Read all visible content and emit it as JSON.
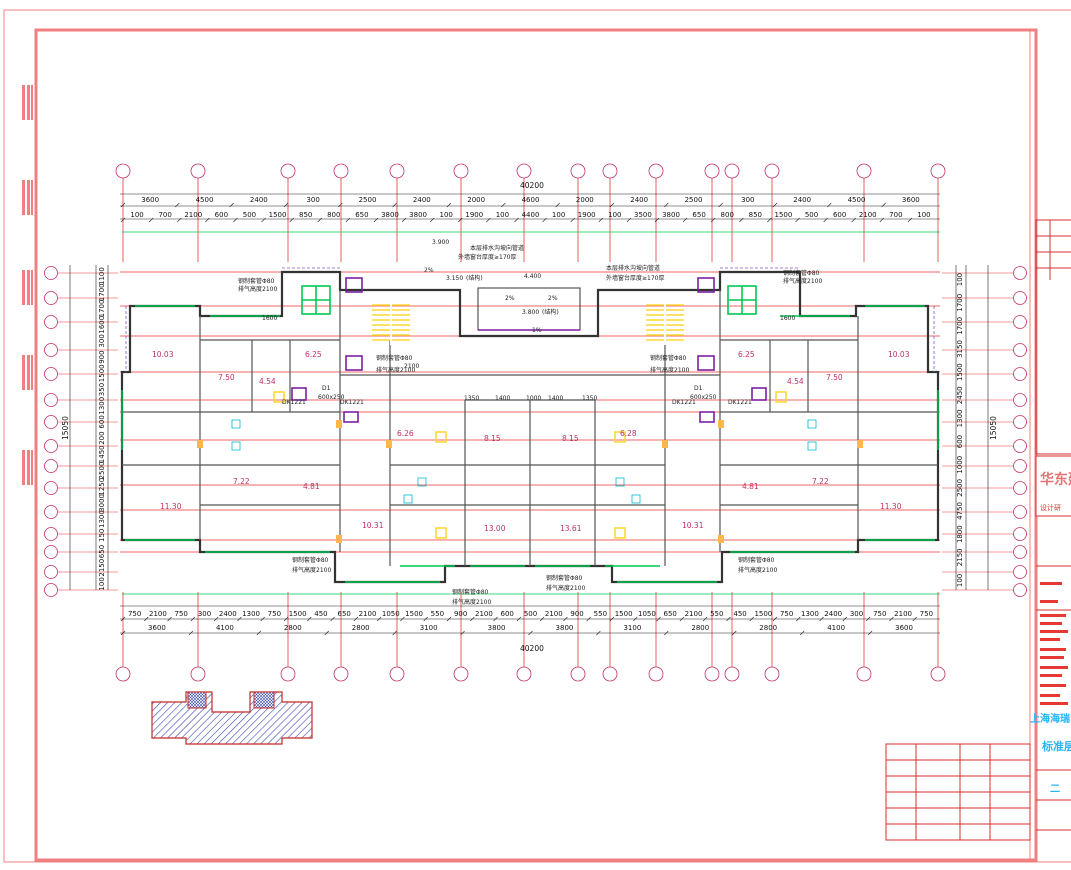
{
  "drawing": {
    "dimensions": {
      "overall_top": "40200",
      "overall_bottom": "40200",
      "top_row1": [
        "3600",
        "4500",
        "2400",
        "300",
        "2500",
        "2400",
        "2000",
        "4600",
        "2000",
        "2400",
        "2500",
        "300",
        "2400",
        "4500",
        "3600"
      ],
      "top_row2": [
        "100",
        "700",
        "2100",
        "600",
        "500",
        "1500",
        "850",
        "800",
        "650",
        "3800",
        "3800",
        "100",
        "1900",
        "100",
        "4400",
        "100",
        "1900",
        "100",
        "3500",
        "3800",
        "650",
        "800",
        "850",
        "1500",
        "500",
        "600",
        "2100",
        "700",
        "100"
      ],
      "bottom_row1": [
        "750",
        "2100",
        "750",
        "300",
        "2400",
        "1300",
        "750",
        "1500",
        "450",
        "650",
        "2100",
        "1050",
        "1500",
        "550",
        "900",
        "2100",
        "600",
        "500",
        "2100",
        "900",
        "550",
        "1500",
        "1050",
        "650",
        "2100",
        "550",
        "450",
        "1500",
        "750",
        "1300",
        "2400",
        "300",
        "750",
        "2100",
        "750"
      ],
      "bottom_row2": [
        "3600",
        "4100",
        "2800",
        "2800",
        "3100",
        "3800",
        "3800",
        "3100",
        "2800",
        "2800",
        "4100",
        "3600"
      ],
      "left_side": [
        "1100",
        "1700",
        "1700",
        "1600",
        "300",
        "900",
        "1500",
        "350",
        "1300",
        "600",
        "200",
        "1450",
        "2500",
        "1250",
        "3000",
        "1300",
        "150",
        "650",
        "2150",
        "100"
      ],
      "left_total": "15050",
      "right_total": "15050",
      "right_side": [
        "100",
        "1700",
        "1700",
        "3150",
        "1500",
        "2450",
        "1300",
        "600",
        "1000",
        "2500",
        "4750",
        "1800",
        "2150",
        "100"
      ]
    },
    "room_areas": [
      "10.03",
      "7.50",
      "4.54",
      "6.25",
      "7.22",
      "4.81",
      "11.30",
      "6.26",
      "8.15",
      "8.15",
      "6.28",
      "10.31",
      "13.00",
      "13.61",
      "10.31",
      "6.25",
      "4.54",
      "7.50",
      "10.03",
      "7.22",
      "4.81",
      "11.30"
    ],
    "labels": {
      "elev_a": "3.900",
      "elev_b": "3.150",
      "elev_b_suffix": "(结构)",
      "elev_c": "4.400",
      "elev_d": "3.800",
      "elev_d_suffix": "(结构)",
      "slope": "2%",
      "slope_1": "1%",
      "dk_a": "DK1221",
      "dk_b": "DK1221",
      "dk_c": "DK1221",
      "dk_d": "DK1221",
      "d1": "D1",
      "d1_size": "600x250",
      "note_drain": "排水管道预留孔",
      "note_tube": "钢制套管Φ80",
      "note_air": "排气高度2100",
      "note_gutter": "本层排水沟坡向管道",
      "note_sill": "外墙窗台厚度≥170厚",
      "dims_small": [
        "1600",
        "1600",
        "2100",
        "1800",
        "100",
        "600",
        "1400",
        "1350",
        "400",
        "1000",
        "4500"
      ]
    },
    "title_block": {
      "logo_text": "华东建",
      "company_line": "设计研",
      "project_name": "上海海瑞",
      "drawing_name": "标准层",
      "sheet_no": "二"
    }
  }
}
